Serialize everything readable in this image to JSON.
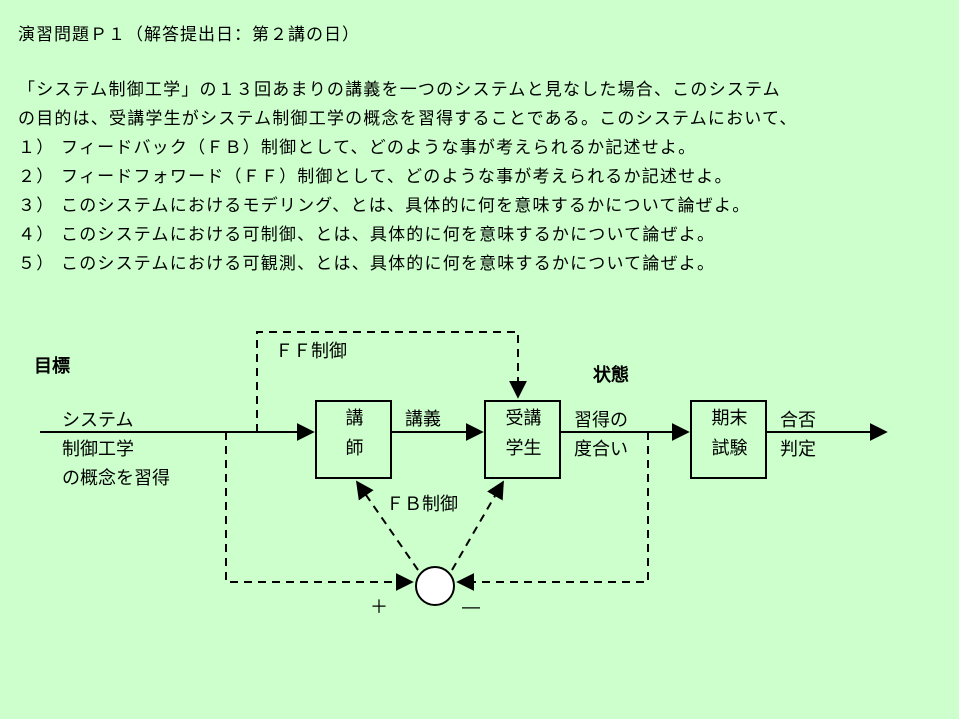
{
  "title": "演習問題Ｐ１（解答提出日：第２講の日）",
  "paragraph": {
    "line1": "「システム制御工学」の１３回あまりの講義を一つのシステムと見なした場合、このシステム",
    "line2": "の目的は、受講学生がシステム制御工学の概念を習得することである。このシステムにおいて、"
  },
  "questions": [
    "１） フィードバック（ＦＢ）制御として、どのような事が考えられるか記述せよ。",
    "２） フィードフォワード（ＦＦ）制御として、どのような事が考えられるか記述せよ。",
    "３） このシステムにおけるモデリング、とは、具体的に何を意味するかについて論ぜよ。",
    "４） このシステムにおける可制御、とは、具体的に何を意味するかについて論ぜよ。",
    "５） このシステムにおける可観測、とは、具体的に何を意味するかについて論ぜよ。"
  ],
  "diagram": {
    "target_label": "目標",
    "input_label": "システム\n制御工学\nの概念を習得",
    "ff_label": "ＦＦ制御",
    "state_label": "状態",
    "box_lecturer": "講\n師",
    "lecture_label": "講義",
    "box_students": "受講\n学生",
    "degree_label": "習得の\n度合い",
    "box_exam": "期末\n試験",
    "result_label": "合否\n判定",
    "fb_label": "ＦＢ制御",
    "plus_sign": "＋",
    "minus_sign": "―"
  }
}
